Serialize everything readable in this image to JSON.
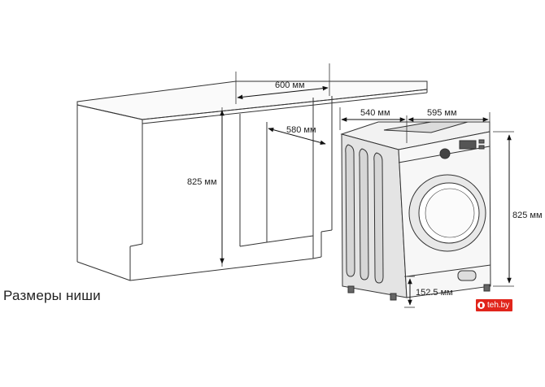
{
  "dimensions": {
    "niche_width": "600 мм",
    "niche_depth": "580 мм",
    "niche_height": "825 мм",
    "machine_depth": "540 мм",
    "machine_width": "595 мм",
    "machine_height": "825 мм",
    "foot_offset": "152.5 мм"
  },
  "caption": "Размеры ниши",
  "watermark": {
    "text": "teh.by",
    "color": "#e1251b"
  },
  "colors": {
    "line": "#333333",
    "arrow": "#111111"
  }
}
